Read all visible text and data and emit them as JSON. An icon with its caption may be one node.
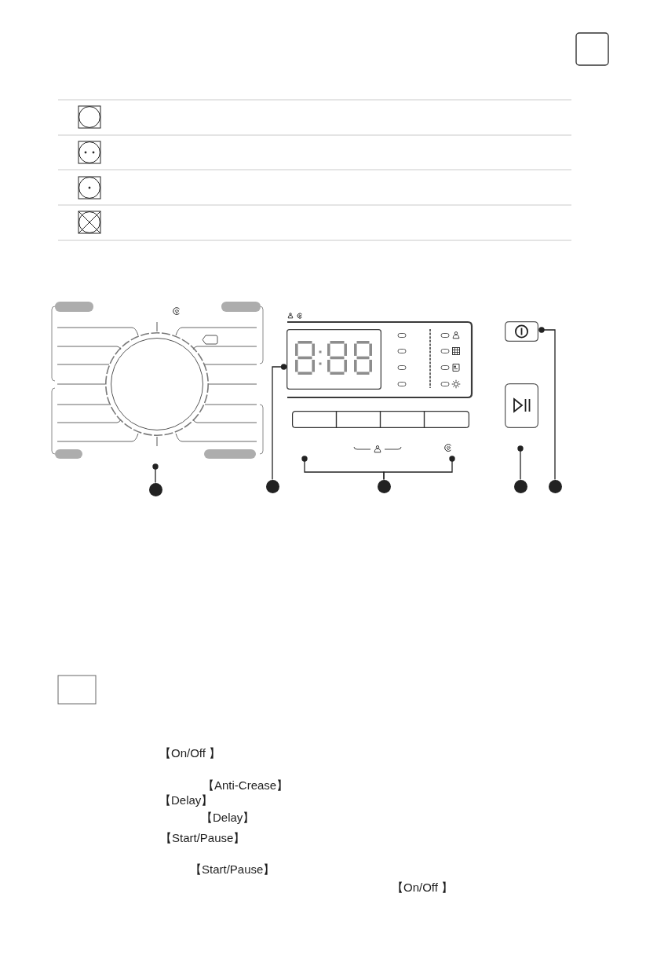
{
  "diagram": {
    "nodes": [
      {
        "text": [],
        "shape": "circle"
      },
      {
        "text": [],
        "shape": "box"
      },
      {
        "text": [],
        "shape": "box"
      },
      {
        "text": [],
        "shape": "box"
      },
      {
        "text": [],
        "shape": "box"
      },
      {
        "text": [],
        "shape": "box"
      },
      {
        "text": [],
        "shape": "box"
      },
      {
        "text": [],
        "shape": "box"
      },
      {
        "text": [],
        "shape": "circle"
      },
      {
        "text": [],
        "shape": "circle"
      },
      {
        "text": [],
        "shape": "circle"
      },
      {
        "text": [],
        "shape": "circle"
      },
      {
        "text": [],
        "shape": "circle"
      }
    ],
    "edges": [
      {
        "from": 8,
        "to": 0,
        "arrow": "other"
      },
      {
        "from": 9,
        "to": 1,
        "arrow": "other"
      },
      {
        "from": 10,
        "to": 2,
        "arrow": "other"
      },
      {
        "from": 10,
        "to": 5,
        "arrow": "other"
      },
      {
        "from": 11,
        "to": 7,
        "arrow": "other"
      },
      {
        "from": 12,
        "to": 6,
        "arrow": "other"
      }
    ],
    "labels": [
      "【On/Off 】",
      "【Anti-Crease】",
      "【Delay】",
      "【Delay】",
      "【Start/Pause】",
      "【Start/Pause】",
      "【On/Off 】"
    ]
  }
}
